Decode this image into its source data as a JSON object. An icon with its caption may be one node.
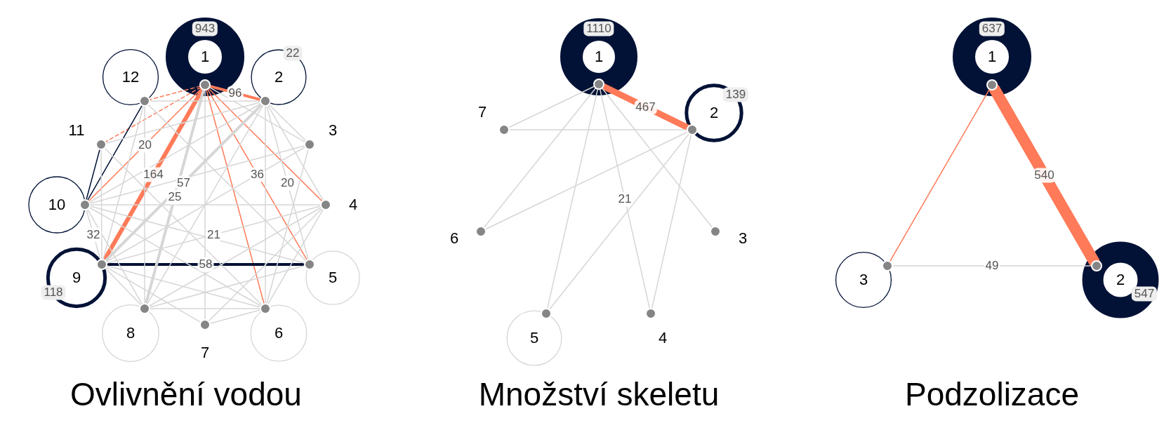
{
  "diagram": {
    "nodes": [
      {
        "text": [],
        "shape": "circle",
        "beside": [
          "1"
        ]
      },
      {
        "text": [],
        "shape": "circle",
        "beside": [
          "2"
        ]
      },
      {
        "text": [],
        "shape": "circle",
        "beside": [
          "3"
        ]
      },
      {
        "text": [],
        "shape": "circle",
        "beside": [
          "4"
        ]
      },
      {
        "text": [],
        "shape": "circle",
        "beside": [
          "5"
        ]
      },
      {
        "text": [],
        "shape": "circle",
        "beside": [
          "6"
        ]
      },
      {
        "text": [],
        "shape": "circle",
        "beside": [
          "7"
        ]
      },
      {
        "text": [],
        "shape": "circle",
        "beside": [
          "8"
        ]
      },
      {
        "text": [],
        "shape": "circle",
        "beside": [
          "9"
        ]
      },
      {
        "text": [],
        "shape": "circle",
        "beside": [
          "10"
        ]
      },
      {
        "text": [],
        "shape": "circle",
        "beside": [
          "11"
        ]
      },
      {
        "text": [],
        "shape": "circle",
        "beside": [
          "12"
        ]
      },
      {
        "text": [],
        "shape": "circle",
        "beside": [
          "1"
        ]
      },
      {
        "text": [],
        "shape": "circle",
        "beside": [
          "2"
        ]
      },
      {
        "text": [],
        "shape": "circle",
        "beside": [
          "3"
        ]
      },
      {
        "text": [],
        "shape": "circle",
        "beside": [
          "4"
        ]
      },
      {
        "text": [],
        "shape": "circle",
        "beside": [
          "5"
        ]
      },
      {
        "text": [],
        "shape": "circle",
        "beside": [
          "6"
        ]
      },
      {
        "text": [],
        "shape": "circle",
        "beside": [
          "7"
        ]
      },
      {
        "text": [],
        "shape": "circle",
        "beside": [
          "1"
        ]
      },
      {
        "text": [],
        "shape": "circle",
        "beside": [
          "2"
        ]
      },
      {
        "text": [],
        "shape": "circle",
        "beside": [
          "3"
        ]
      }
    ],
    "edges": [
      {
        "from": 0,
        "to": 0,
        "arrow": "none",
        "label": "943",
        "style": "thick",
        "color": "#021236"
      },
      {
        "from": 1,
        "to": 1,
        "arrow": "none",
        "label": "22",
        "color": "#021236"
      },
      {
        "from": 11,
        "to": 11,
        "arrow": "none",
        "color": "#021236"
      },
      {
        "from": 9,
        "to": 9,
        "arrow": "none",
        "color": "#021236"
      },
      {
        "from": 8,
        "to": 8,
        "arrow": "none",
        "label": "118",
        "style": "thick",
        "color": "#021236"
      },
      {
        "from": 4,
        "to": 4,
        "arrow": "none"
      },
      {
        "from": 5,
        "to": 5,
        "arrow": "none"
      },
      {
        "from": 7,
        "to": 7,
        "arrow": "none"
      },
      {
        "from": 0,
        "to": 1,
        "arrow": "none",
        "label": "96",
        "style": "thick",
        "color": "#fe7a58"
      },
      {
        "from": 0,
        "to": 8,
        "arrow": "none",
        "label": "164",
        "style": "thick",
        "color": "#fe7a58"
      },
      {
        "from": 0,
        "to": 9,
        "arrow": "none",
        "label": "20",
        "color": "#fe7a58"
      },
      {
        "from": 0,
        "to": 11,
        "arrow": "none",
        "style": "dashed",
        "color": "#fe7a58"
      },
      {
        "from": 0,
        "to": 10,
        "arrow": "none",
        "style": "dashed",
        "color": "#fe7a58"
      },
      {
        "from": 0,
        "to": 5,
        "arrow": "none",
        "color": "#fe7a58"
      },
      {
        "from": 0,
        "to": 4,
        "arrow": "none",
        "label": "36",
        "color": "#fe7a58"
      },
      {
        "from": 0,
        "to": 3,
        "arrow": "none",
        "color": "#fe7a58"
      },
      {
        "from": 8,
        "to": 4,
        "arrow": "none",
        "label": "58",
        "style": "thick",
        "color": "#021236"
      },
      {
        "from": 9,
        "to": 10,
        "arrow": "none",
        "color": "#021236"
      },
      {
        "from": 9,
        "to": 11,
        "arrow": "none",
        "color": "#021236"
      },
      {
        "from": 1,
        "to": 8,
        "arrow": "none",
        "label": "57",
        "style": "thick"
      },
      {
        "from": 0,
        "to": 7,
        "arrow": "none",
        "label": "25",
        "style": "thick"
      },
      {
        "from": 1,
        "to": 4,
        "arrow": "none",
        "label": "20"
      },
      {
        "from": 9,
        "to": 8,
        "arrow": "none",
        "label": "32"
      },
      {
        "from": 8,
        "to": 3,
        "arrow": "none",
        "label": "21"
      },
      {
        "from": 0,
        "to": 6,
        "arrow": "none"
      },
      {
        "from": 0,
        "to": 2,
        "arrow": "none"
      },
      {
        "from": 1,
        "to": 2,
        "arrow": "none"
      },
      {
        "from": 1,
        "to": 3,
        "arrow": "none"
      },
      {
        "from": 1,
        "to": 5,
        "arrow": "none"
      },
      {
        "from": 1,
        "to": 7,
        "arrow": "none"
      },
      {
        "from": 1,
        "to": 9,
        "arrow": "none"
      },
      {
        "from": 1,
        "to": 10,
        "arrow": "none"
      },
      {
        "from": 1,
        "to": 11,
        "arrow": "none"
      },
      {
        "from": 2,
        "to": 9,
        "arrow": "none"
      },
      {
        "from": 2,
        "to": 5,
        "arrow": "none"
      },
      {
        "from": 2,
        "to": 8,
        "arrow": "none"
      },
      {
        "from": 3,
        "to": 9,
        "arrow": "none"
      },
      {
        "from": 3,
        "to": 7,
        "arrow": "none"
      },
      {
        "from": 3,
        "to": 5,
        "arrow": "none"
      },
      {
        "from": 3,
        "to": 6,
        "arrow": "none"
      },
      {
        "from": 4,
        "to": 9,
        "arrow": "none"
      },
      {
        "from": 4,
        "to": 7,
        "arrow": "none"
      },
      {
        "from": 4,
        "to": 11,
        "arrow": "none"
      },
      {
        "from": 5,
        "to": 9,
        "arrow": "none"
      },
      {
        "from": 5,
        "to": 8,
        "arrow": "none"
      },
      {
        "from": 5,
        "to": 10,
        "arrow": "none"
      },
      {
        "from": 5,
        "to": 7,
        "arrow": "none"
      },
      {
        "from": 7,
        "to": 9,
        "arrow": "none"
      },
      {
        "from": 7,
        "to": 8,
        "arrow": "none"
      },
      {
        "from": 7,
        "to": 11,
        "arrow": "none"
      },
      {
        "from": 8,
        "to": 10,
        "arrow": "none"
      },
      {
        "from": 8,
        "to": 11,
        "arrow": "none"
      },
      {
        "from": 6,
        "to": 8,
        "arrow": "none"
      },
      {
        "from": 6,
        "to": 5,
        "arrow": "none"
      },
      {
        "from": 12,
        "to": 12,
        "arrow": "none",
        "label": "1110",
        "style": "thick",
        "color": "#021236"
      },
      {
        "from": 13,
        "to": 13,
        "arrow": "none",
        "label": "139",
        "style": "thick",
        "color": "#021236"
      },
      {
        "from": 16,
        "to": 16,
        "arrow": "none"
      },
      {
        "from": 12,
        "to": 13,
        "arrow": "none",
        "label": "467",
        "style": "thick",
        "color": "#fe7a58"
      },
      {
        "from": 12,
        "to": 18,
        "arrow": "none"
      },
      {
        "from": 12,
        "to": 17,
        "arrow": "none"
      },
      {
        "from": 12,
        "to": 16,
        "arrow": "none"
      },
      {
        "from": 12,
        "to": 15,
        "arrow": "none",
        "label": "21"
      },
      {
        "from": 12,
        "to": 14,
        "arrow": "none"
      },
      {
        "from": 13,
        "to": 18,
        "arrow": "none"
      },
      {
        "from": 13,
        "to": 17,
        "arrow": "none"
      },
      {
        "from": 13,
        "to": 16,
        "arrow": "none"
      },
      {
        "from": 13,
        "to": 15,
        "arrow": "none"
      },
      {
        "from": 19,
        "to": 19,
        "arrow": "none",
        "label": "637",
        "style": "thick",
        "color": "#021236"
      },
      {
        "from": 20,
        "to": 20,
        "arrow": "none",
        "label": "547",
        "style": "thick",
        "color": "#021236"
      },
      {
        "from": 21,
        "to": 21,
        "arrow": "none",
        "color": "#021236"
      },
      {
        "from": 19,
        "to": 20,
        "arrow": "none",
        "label": "540",
        "style": "thick",
        "color": "#fe7a58"
      },
      {
        "from": 19,
        "to": 21,
        "arrow": "none",
        "color": "#fe7a58"
      },
      {
        "from": 21,
        "to": 20,
        "arrow": "none",
        "label": "49"
      }
    ],
    "labels": [
      "Ovlivnění vodou",
      "Množství skeletu",
      "Podzolizace"
    ]
  }
}
